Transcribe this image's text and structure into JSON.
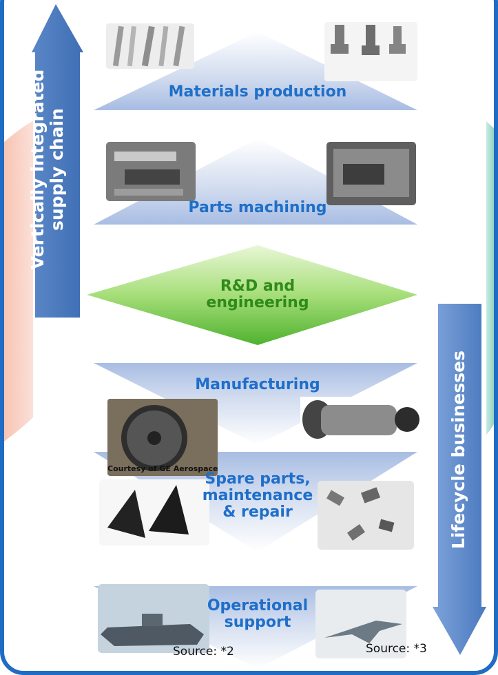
{
  "left_arrow_label": [
    "Vertically integrated",
    "supply chain"
  ],
  "right_arrow_label": "Lifecycle businesses",
  "stages": {
    "materials": "Materials production",
    "parts": "Parts machining",
    "rnd": [
      "R&D and",
      "engineering"
    ],
    "manufacturing": "Manufacturing",
    "spare": [
      "Spare parts,",
      "maintenance",
      "& repair"
    ],
    "operational": [
      "Operational",
      "support"
    ]
  },
  "courtesy": "Courtesy of GE Aerospace",
  "sources": {
    "left": "Source: *2",
    "right": "Source: *3"
  },
  "colors": {
    "frame": "#1f6cc4",
    "arrow": "#4f7fc2",
    "label_blue": "#1f6fc9",
    "label_green": "#2f8a1a",
    "left_band": "#f8c7b8",
    "right_band": "#a9ddd0"
  },
  "icons": [
    "metal-bars-photo",
    "turbine-blades-photo",
    "machine-tool-photo",
    "cnc-machine-photo",
    "engine-fan-photo",
    "jet-engine-photo",
    "fan-blades-photo",
    "small-parts-photo",
    "warship-photo",
    "fighter-jet-photo"
  ]
}
